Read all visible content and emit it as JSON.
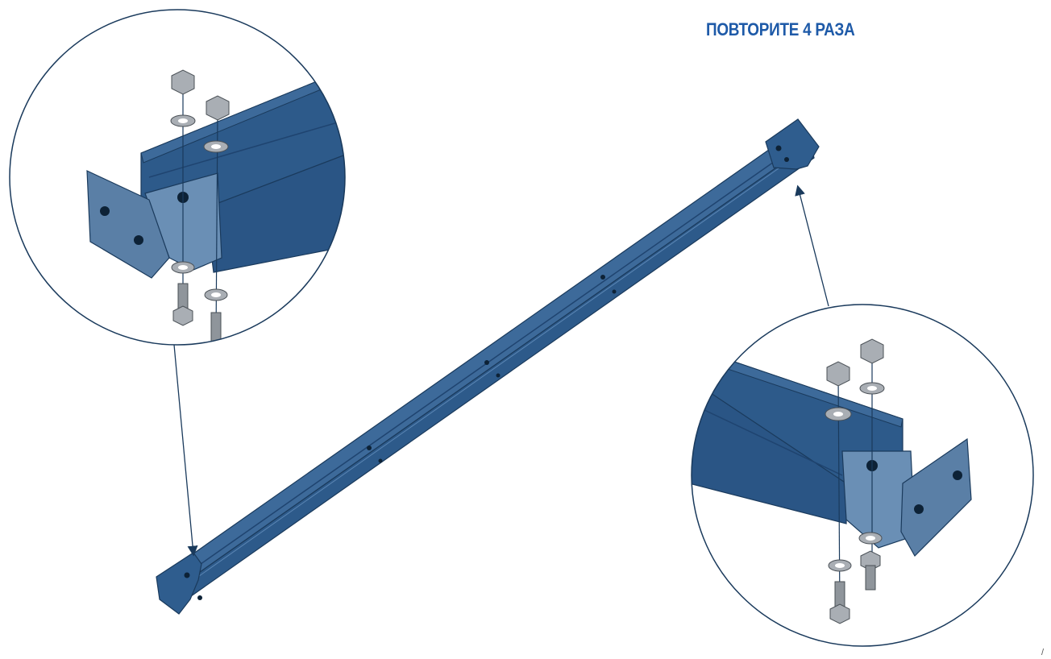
{
  "instruction": {
    "text": "ПОВТОРИТЕ 4 РАЗА",
    "color": "#1e5aa8"
  },
  "page_mark": "/",
  "colors": {
    "beam_top": "#3d6a9a",
    "beam_face": "#2d5a8a",
    "beam_dark": "#1f4470",
    "outline": "#1a3a5c",
    "plate": "#6a8fb5",
    "hardware_fill": "#a9aeb4",
    "hardware_dark": "#7d848b"
  },
  "detail_views": [
    {
      "name": "detail-left-end",
      "contents": [
        "nut",
        "nut",
        "washer",
        "washer",
        "washer",
        "washer",
        "bolt",
        "bolt"
      ]
    },
    {
      "name": "detail-right-end",
      "contents": [
        "nut",
        "nut",
        "washer",
        "washer",
        "washer",
        "washer",
        "bolt",
        "bolt"
      ]
    }
  ]
}
